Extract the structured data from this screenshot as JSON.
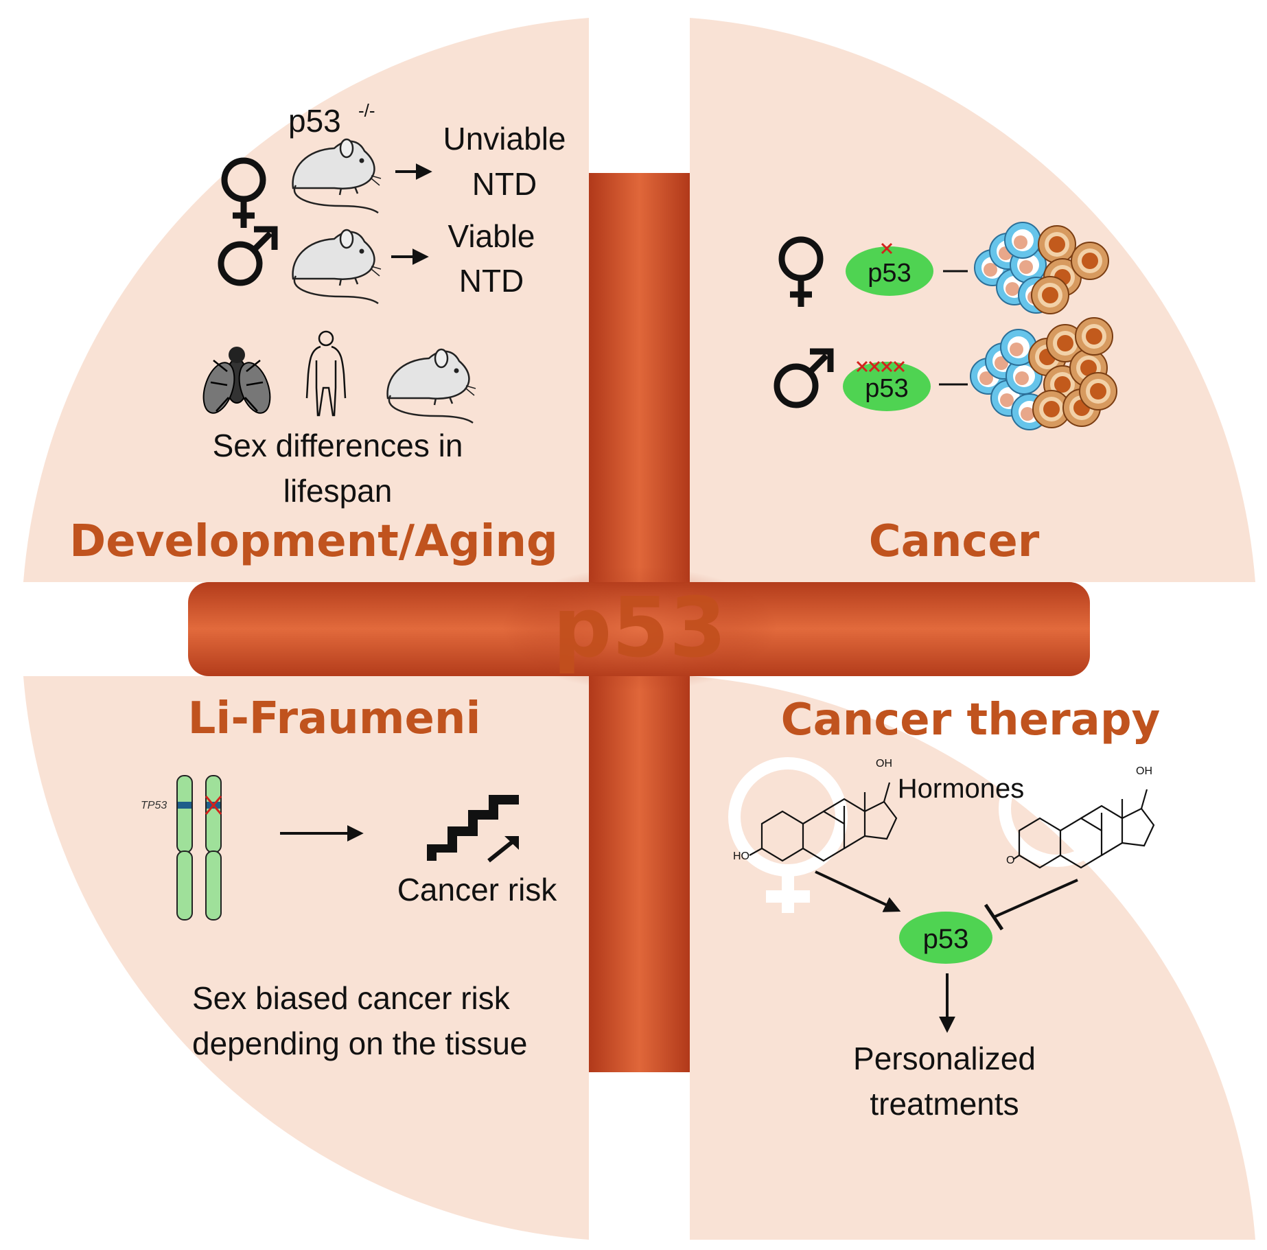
{
  "center_label": "p53",
  "quadrants": {
    "development_aging": {
      "title": "Development/Aging",
      "genotype": "p53",
      "genotype_superscript": "-/-",
      "female_outcome_line1": "Unviable",
      "female_outcome_line2": "NTD",
      "male_outcome_line1": "Viable",
      "male_outcome_line2": "NTD",
      "lifespan_line1": "Sex differences in",
      "lifespan_line2": "lifespan"
    },
    "cancer": {
      "title": "Cancer",
      "female_protein": "p53",
      "male_protein": "p53"
    },
    "li_fraumeni": {
      "title": "Li-Fraumeni",
      "gene_label": "TP53",
      "risk_label": "Cancer risk",
      "note_line1": "Sex biased cancer risk",
      "note_line2": "depending on the tissue"
    },
    "cancer_therapy": {
      "title": "Cancer therapy",
      "hormones_label": "Hormones",
      "oh_label_female": "OH",
      "ho_label": "HO",
      "oh_label_male": "OH",
      "o_label": "O",
      "protein": "p53",
      "outcome_line1": "Personalized",
      "outcome_line2": "treatments"
    }
  },
  "colors": {
    "quadrant_fill": "#f9e2d5",
    "cross_edge": "#b1391a",
    "cross_center": "#e0673a",
    "title": "#c0531e",
    "protein_fill": "#4fd352",
    "chromosome_fill": "#9fe09a",
    "cell_blue": "#66c4ea",
    "cell_orange": "#c8763f",
    "mutation_mark": "#d2231d"
  }
}
